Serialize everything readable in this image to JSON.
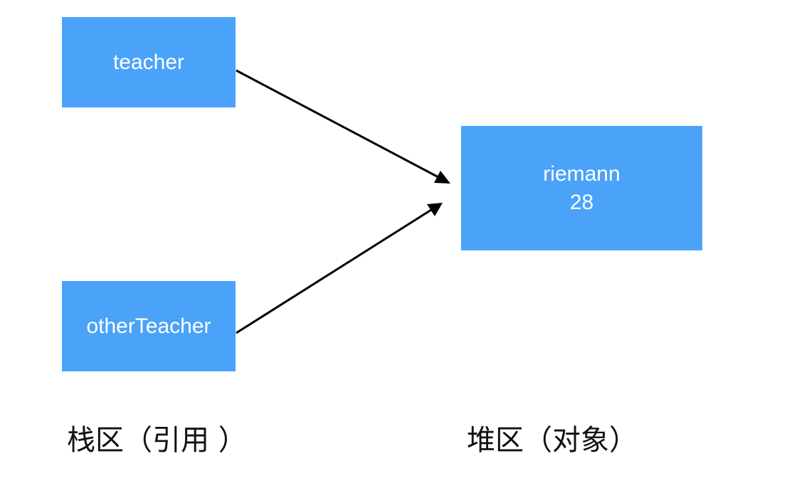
{
  "stack": {
    "label": "栈区（引用 ）",
    "references": [
      {
        "name": "teacher"
      },
      {
        "name": "otherTeacher"
      }
    ]
  },
  "heap": {
    "label": "堆区（对象）",
    "object": {
      "name": "riemann",
      "age": "28"
    }
  },
  "colors": {
    "box_fill": "#4aa3f8",
    "box_text": "#ffffff",
    "arrow": "#000000"
  }
}
